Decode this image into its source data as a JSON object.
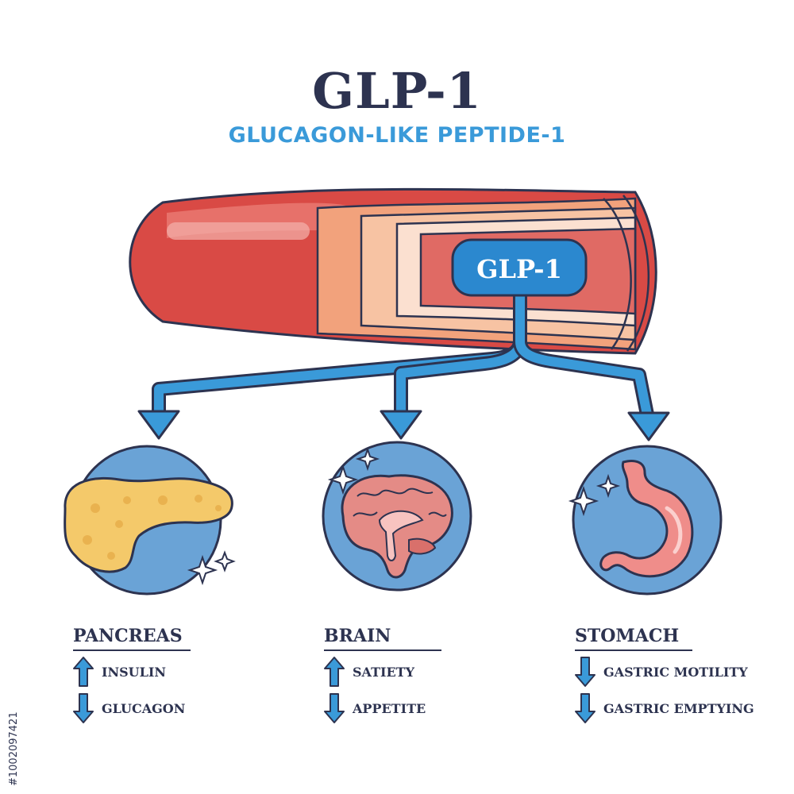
{
  "title": "GLP-1",
  "subtitle": "GLUCAGON-LIKE PEPTIDE-1",
  "vessel_badge": "GLP-1",
  "organs": [
    {
      "name": "PANCREAS",
      "effects": [
        {
          "direction": "up",
          "label": "INSULIN"
        },
        {
          "direction": "down",
          "label": "GLUCAGON"
        }
      ]
    },
    {
      "name": "BRAIN",
      "effects": [
        {
          "direction": "up",
          "label": "SATIETY"
        },
        {
          "direction": "down",
          "label": "APPETITE"
        }
      ]
    },
    {
      "name": "STOMACH",
      "effects": [
        {
          "direction": "down",
          "label": "GASTRIC MOTILITY"
        },
        {
          "direction": "down",
          "label": "GASTRIC EMPTYING"
        }
      ]
    }
  ],
  "side_id": "#1002097421",
  "colors": {
    "navy": "#2d3350",
    "blue": "#3a9ad9",
    "circle": "#6aa3d6",
    "vessel_red": "#d94a45",
    "vessel_inner": "#f2a27c",
    "pancreas": "#f4c96a",
    "brain": "#e48b86",
    "stomach": "#ef8d8a"
  }
}
